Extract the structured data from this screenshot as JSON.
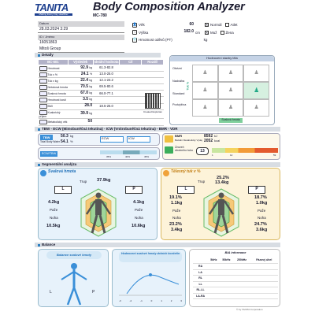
{
  "brand": {
    "name": "TANITA",
    "tagline": "Making Every Day Healthier"
  },
  "title": "Body Composition Analyzer",
  "model": "MC-780",
  "header": {
    "date_label": "Datum",
    "date_value": "28.03.2024 3:29",
    "id_label": "ID / Jméno",
    "id_value": "16051863",
    "name_value": "Mitoš Group",
    "age_label": "Věk",
    "age_value": "60",
    "height_label": "Výška",
    "height_value": "182.0",
    "height_unit": "cm",
    "clothes_label": "Hmotnost oděvů (PT)",
    "clothes_unit": "kg",
    "mode_normal": "Normál",
    "mode_athlete": "Atlet",
    "sex_male": "Muž",
    "sex_female": "Žena"
  },
  "sections": {
    "details": "Detaily",
    "water": "TBW - ECW (Mimobuněčná tekutina) - ICW (Vnitrobuněčná tekutina) - BMR - VDR",
    "segmental": "Segmentální analýza",
    "balance": "Balance"
  },
  "details": {
    "headers": [
      "BC-601",
      "Výsledek",
      "Ideální hodnota",
      "Cíl",
      "Rozdíl"
    ],
    "rows": [
      {
        "name": "Hmotnost",
        "value": "92.9",
        "unit": "kg",
        "ideal": "61.3-82.8"
      },
      {
        "name": "Tuk v %",
        "value": "24.1",
        "unit": "%",
        "ideal": "13.0-25.0"
      },
      {
        "name": "Tuk v kg",
        "value": "22.4",
        "unit": "kg",
        "ideal": "12.1-23.2"
      },
      {
        "name": "Netuková hmota",
        "value": "70.5",
        "unit": "kg",
        "ideal": "69.5-80.6"
      },
      {
        "name": "Svalová hmota",
        "value": "67.0",
        "unit": "kg",
        "ideal": "66.0-77.1"
      },
      {
        "name": "Hmotnost kostí",
        "value": "3.5",
        "unit": "kg",
        "ideal": ""
      },
      {
        "name": "BMI",
        "value": "28.0",
        "unit": "",
        "ideal": "18.5-25.0"
      },
      {
        "name": "Kcalorický příjem",
        "value": "39.9",
        "unit": "kg",
        "ideal": ""
      },
      {
        "name": "Metabolický věk",
        "value": "50",
        "unit": "",
        "ideal": ""
      }
    ],
    "qr_label": "Created Explorian"
  },
  "fat_chart": {
    "title": "Hodnocení stavby těla",
    "ylabel": "Tuk %",
    "rows": [
      "Obézní",
      "Nadváha",
      "Standard",
      "Podvýživa"
    ],
    "xlabel": "Svalová hmota"
  },
  "water": {
    "tbw_label": "TBW",
    "tbw_sub": "Total Body Water",
    "tbw_value": "50.3",
    "tbw_unit": "kg",
    "tbw_pct": "54.1",
    "tbw_pct_unit": "%",
    "ecw_label": "ECW",
    "icw_label": "ICW",
    "ecw_ratio_label": "ECW/TBW",
    "ecw_ratio_ticks": [
      "35%",
      "40%",
      "45%"
    ],
    "bmr_label": "BMR",
    "bmr_sub": "Bazální Metabolický Výdej",
    "bmr_kj": "8592",
    "bmr_kj_unit": "kJ",
    "bmr_kcal": "2052",
    "bmr_kcal_unit": "kcal",
    "visceral_label": "Úroveň útrobního tuku",
    "visceral_value": "13",
    "visceral_ticks": [
      "1",
      "12",
      "59"
    ]
  },
  "segmental": {
    "muscle_title": "Svalová hmota",
    "fat_title": "Tělesný tuk v %",
    "left": "L",
    "right": "P",
    "trunk": "Trup",
    "arms": "Paže",
    "legs": "Noha",
    "muscle": {
      "trunk": "37.9kg",
      "arm_l": "4.2kg",
      "arm_r": "4.1kg",
      "leg_l": "10.5kg",
      "leg_r": "10.6kg"
    },
    "fat": {
      "trunk_pct": "25.2%",
      "trunk_kg": "13.4kg",
      "arm_l_pct": "19.1%",
      "arm_l_kg": "1.1kg",
      "arm_r_pct": "18.7%",
      "arm_r_kg": "1.0kg",
      "leg_l_pct": "23.2%",
      "leg_l_kg": "3.4kg",
      "leg_r_pct": "24.7%",
      "leg_r_kg": "3.6kg"
    }
  },
  "balance": {
    "muscle_balance": "Balance svalové hmoty",
    "lr_left": "L",
    "lr_right": "P",
    "leg_score_title": "Hodnocení svalové hmoty dolních končetin",
    "leg_score_ticks": [
      "-3",
      "-2",
      "-1",
      "0",
      "1",
      "2",
      "3"
    ],
    "bia_title": "BIA informace",
    "bia_headers": [
      "",
      "5kHz",
      "50kHz",
      "250kHz",
      "Fázový úhel"
    ],
    "bia_rows": [
      "RA",
      "LA",
      "RL",
      "LL",
      "RL-LL",
      "LA-RA"
    ]
  },
  "footer": "© by TANITA Corporation"
}
